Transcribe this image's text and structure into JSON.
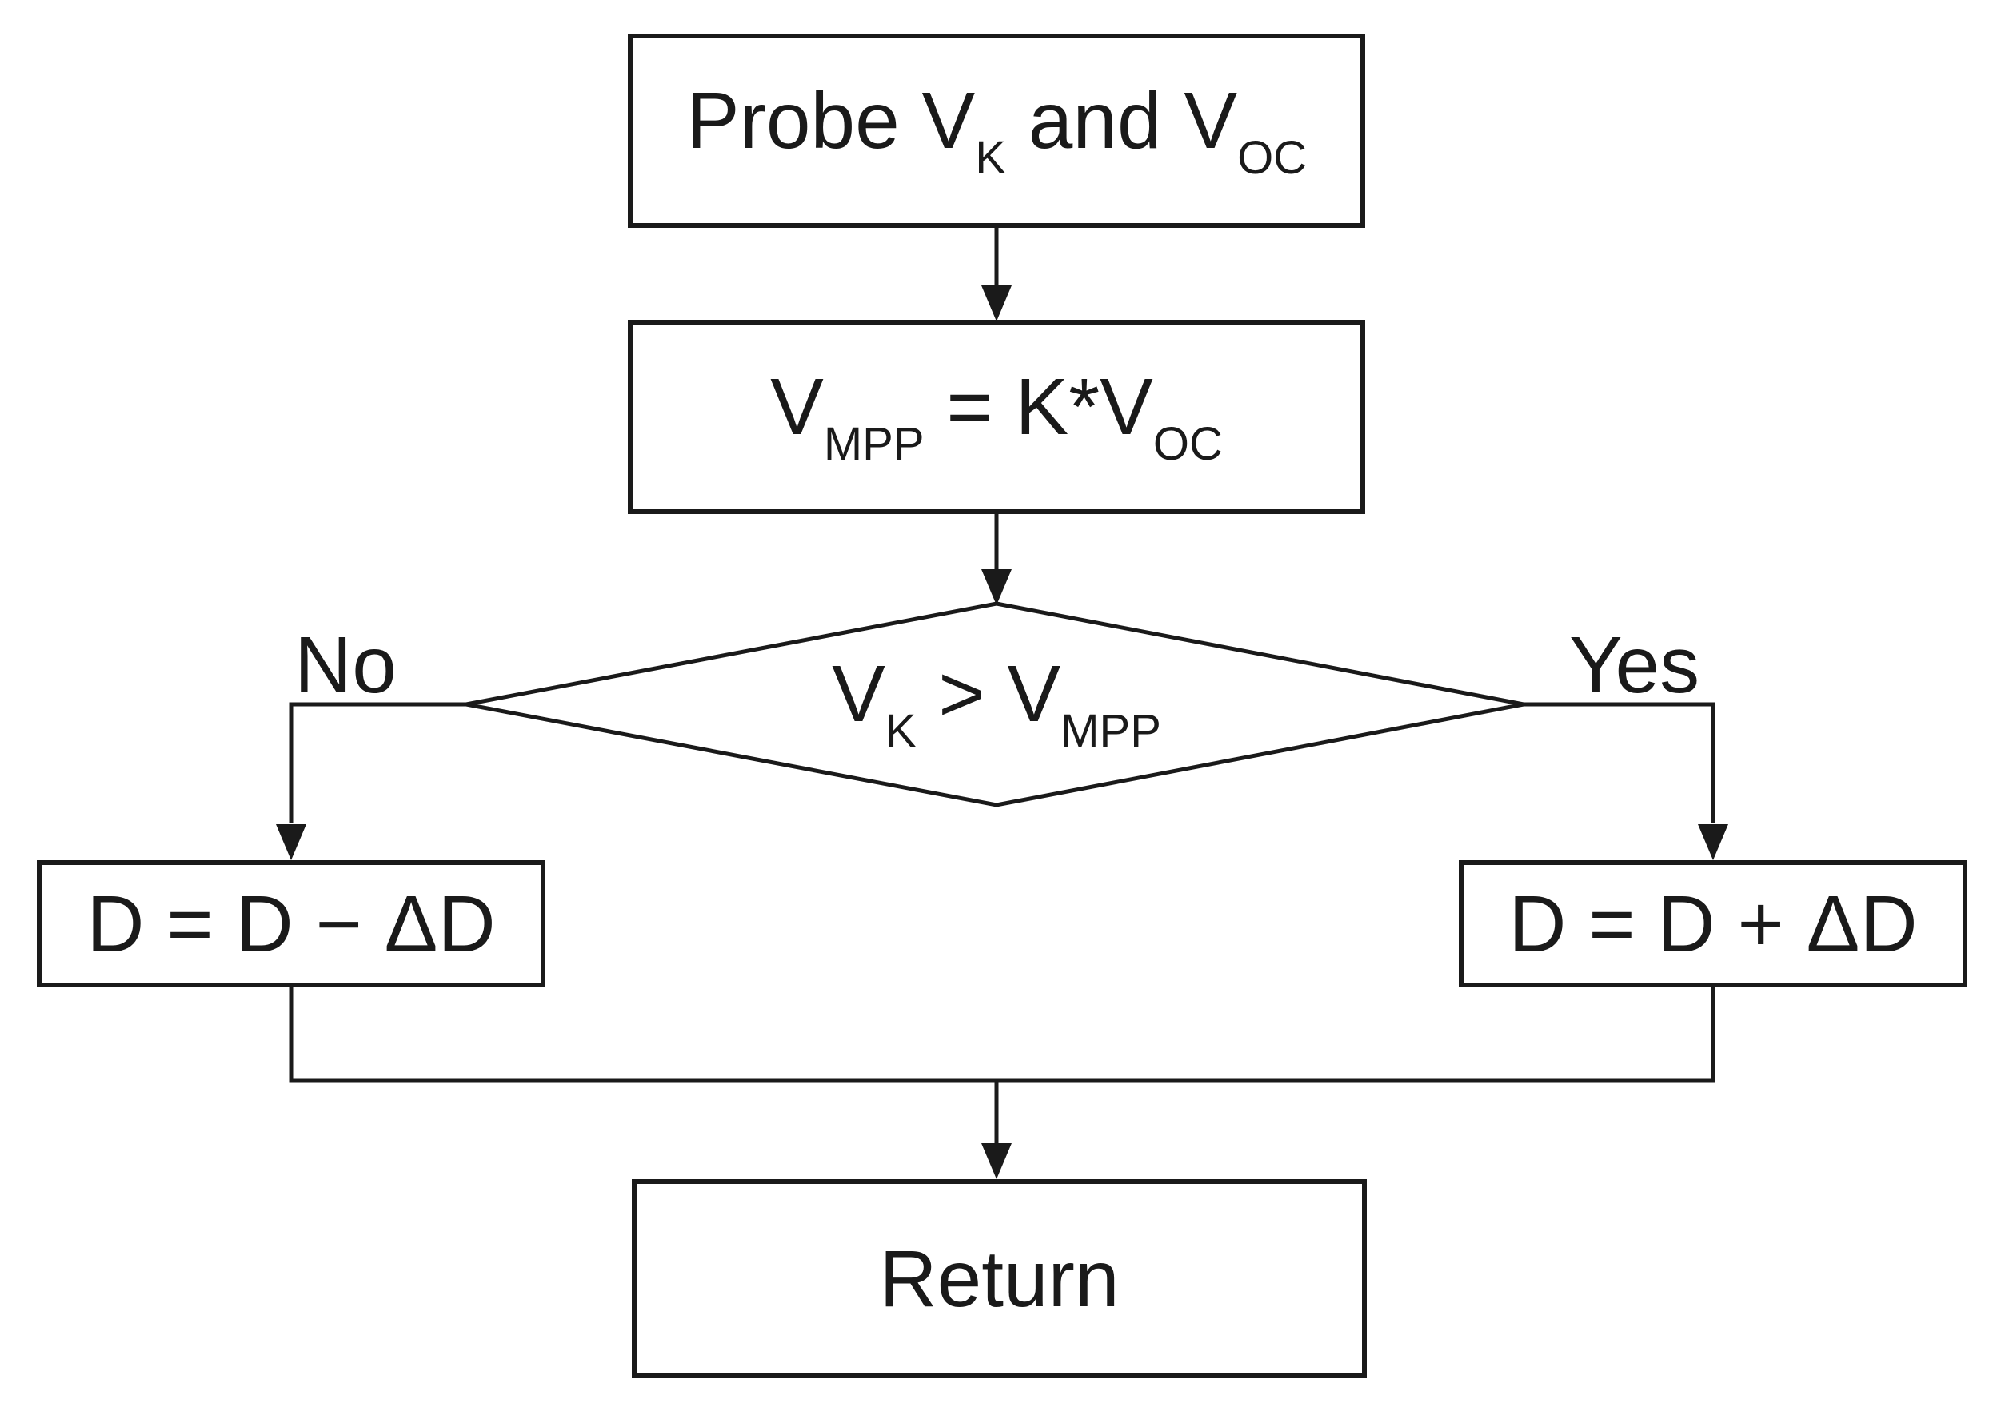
{
  "flowchart": {
    "colors": {
      "stroke": "#1a1a1a",
      "background": "#ffffff"
    },
    "nodes": {
      "probe": {
        "shape": "rect",
        "label_parts": [
          {
            "text": "Probe V"
          },
          {
            "text": "K",
            "sub": true
          },
          {
            "text": " and V"
          },
          {
            "text": "OC",
            "sub": true
          }
        ]
      },
      "compute_vmpp": {
        "shape": "rect",
        "label_parts": [
          {
            "text": "V"
          },
          {
            "text": "MPP",
            "sub": true
          },
          {
            "text": " = K*V"
          },
          {
            "text": "OC",
            "sub": true
          }
        ]
      },
      "decision": {
        "shape": "diamond",
        "label_parts": [
          {
            "text": "V"
          },
          {
            "text": "K",
            "sub": true
          },
          {
            "text": " > V"
          },
          {
            "text": "MPP",
            "sub": true
          }
        ]
      },
      "decrease_duty": {
        "shape": "rect",
        "label_parts": [
          {
            "text": "D = D − ΔD"
          }
        ]
      },
      "increase_duty": {
        "shape": "rect",
        "label_parts": [
          {
            "text": "D = D + ΔD"
          }
        ]
      },
      "return": {
        "shape": "rect",
        "label_parts": [
          {
            "text": "Return"
          }
        ]
      }
    },
    "branch_labels": {
      "no": "No",
      "yes": "Yes"
    }
  }
}
